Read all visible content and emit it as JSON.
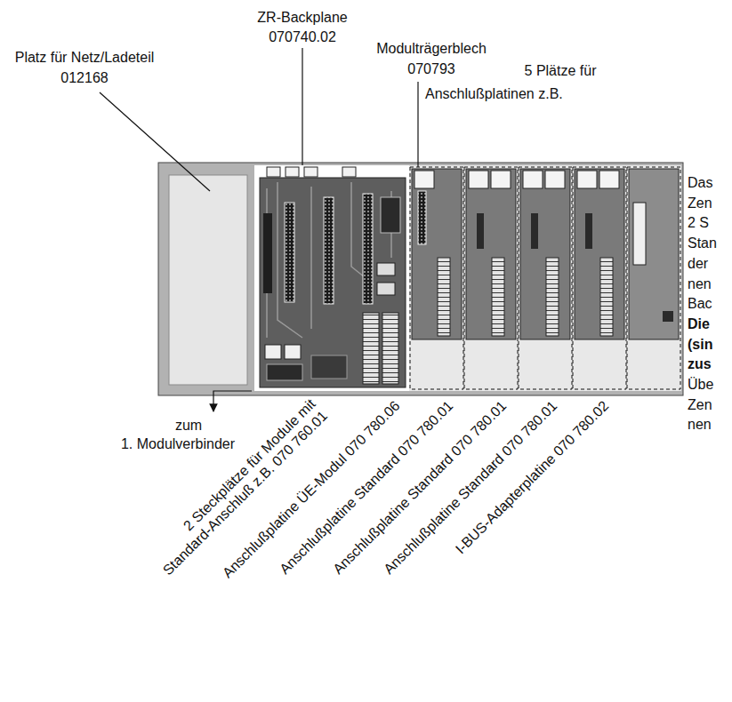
{
  "diagram": {
    "labels": [
      "Platz für Netz/Ladeteil",
      "012168",
      "ZR-Backplane",
      "070740.02",
      "Modulträgerblech",
      "070793",
      "5 Plätze für",
      "Anschlußplatinen z.B.",
      "Das",
      "Zen",
      "2 S",
      "Stan",
      "der",
      "nen",
      "Bac",
      "Die",
      "(sin",
      "zus",
      "Übe",
      "Zen",
      "nen",
      "zum",
      "1. Modulverbinder",
      "2 Steckplätze für Module mit Standard-Anschluß z.B. 070 760.01",
      "Anschlußplatine ÜE-Modul 070 780.06",
      "Anschlußplatine Standard 070 780.01",
      "Anschlußplatine Standard 070 780.01",
      "Anschlußplatine Standard 070 780.01",
      "I-BUS-Adapterplatine 070 780.02"
    ]
  }
}
